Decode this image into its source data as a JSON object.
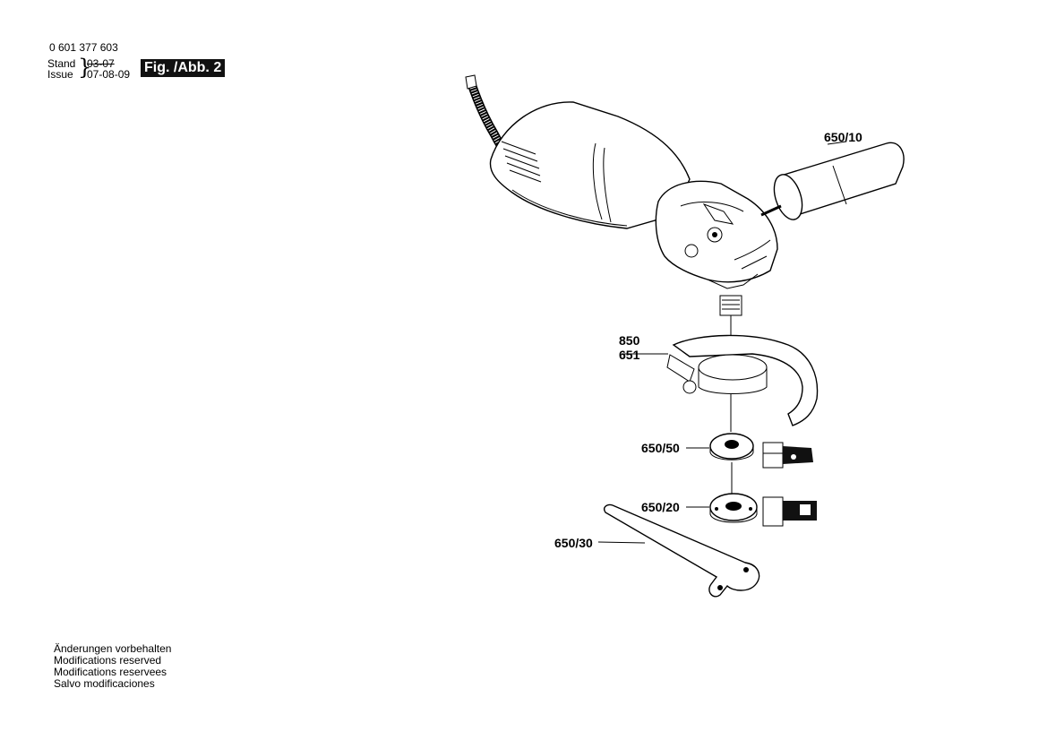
{
  "header": {
    "part_number": "0 601 377 603",
    "stand_label": "Stand",
    "issue_label": "Issue",
    "stand_date": "03-07",
    "issue_date": "07-08-09",
    "figure_label": "Fig. /Abb. 2"
  },
  "parts": {
    "handle": "650/10",
    "p850": "850",
    "guard": "651",
    "flange": "650/50",
    "nut": "650/20",
    "spanner": "650/30"
  },
  "notices": [
    "Änderungen vorbehalten",
    "Modifications reserved",
    "Modifications reservees",
    "Salvo modificaciones"
  ]
}
